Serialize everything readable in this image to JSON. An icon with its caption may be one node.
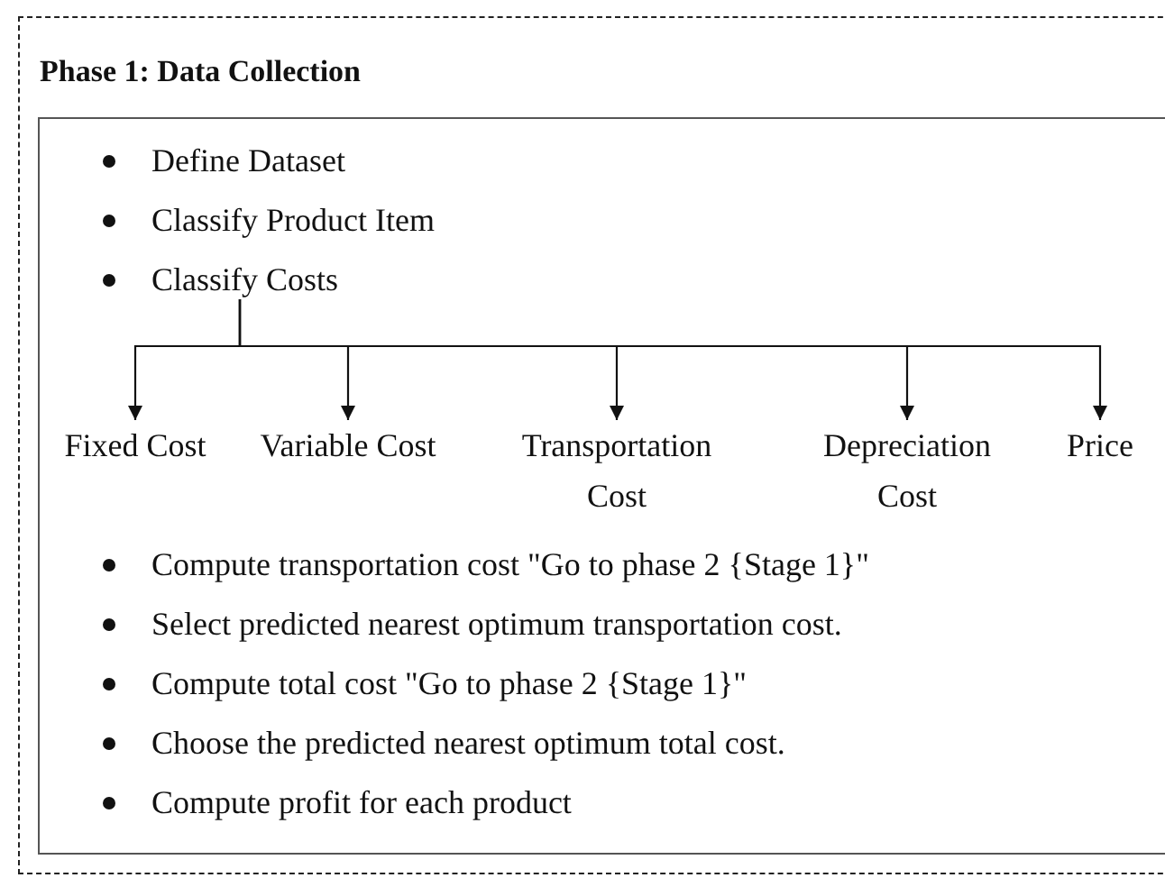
{
  "diagram": {
    "nodes": [
      {
        "text": [
          "Phase 1: Data Collection"
        ]
      },
      {
        "text": [
          "Define Dataset",
          "Classify Product Item",
          "Compute transportation cost \"Go to phase 2 {Stage 1}\"",
          "Select predicted nearest optimum transportation cost.",
          "Compute total cost \"Go to phase 2 {Stage 1}\"",
          "Choose the predicted nearest optimum total cost.",
          "Compute profit for each product"
        ],
        "in": 0
      },
      {
        "text": [
          "Classify Costs"
        ],
        "in": 1
      },
      {
        "text": [
          "Fixed Cost"
        ],
        "in": 1
      },
      {
        "text": [
          "Variable Cost"
        ],
        "in": 1
      },
      {
        "text": [
          "Transportation Cost"
        ],
        "in": 1
      },
      {
        "text": [
          "Depreciation Cost"
        ],
        "in": 1
      },
      {
        "text": [
          "Price"
        ],
        "in": 1
      }
    ],
    "edges": [
      {
        "from": 2,
        "to": 3,
        "arrow": "to"
      },
      {
        "from": 2,
        "to": 4,
        "arrow": "to"
      },
      {
        "from": 2,
        "to": 5,
        "arrow": "to"
      },
      {
        "from": 2,
        "to": 6,
        "arrow": "to"
      },
      {
        "from": 2,
        "to": 7,
        "arrow": "to"
      }
    ]
  }
}
